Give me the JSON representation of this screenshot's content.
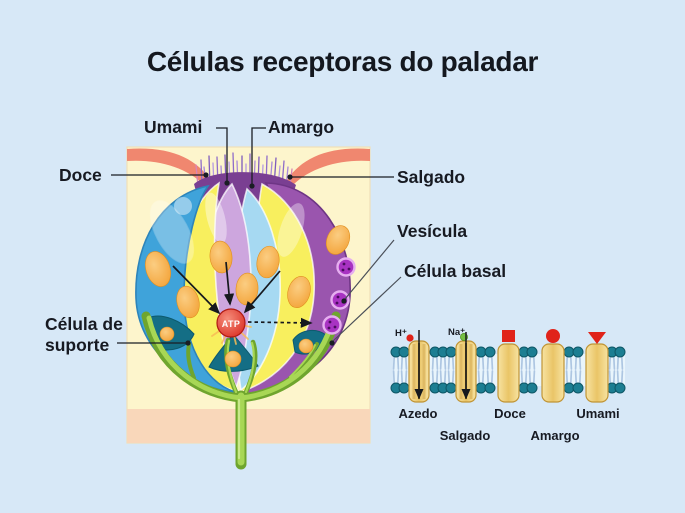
{
  "title": "Células receptoras do paladar",
  "diagram_labels": {
    "umami": "Umami",
    "amargo": "Amargo",
    "doce": "Doce",
    "salgado": "Salgado",
    "vesicula": "Vesícula",
    "celula_basal": "Célula basal",
    "celula_de_suporte": "Célula de suporte",
    "atp": "ATP"
  },
  "membrane": {
    "ion_h": "H⁺",
    "ion_na": "Na⁺",
    "channels": [
      "Azedo",
      "Salgado",
      "Doce",
      "Amargo",
      "Umami"
    ]
  },
  "palette": {
    "background": "#d7e8f7",
    "text": "#14181f",
    "panel_cream": "#fdf5cc",
    "panel_peach": "#f9d7ba",
    "epithelium_coral": "#f0876f",
    "cell_blue": "#3fa3da",
    "cell_yellow": "#f8ef5e",
    "cell_lavender": "#cda6de",
    "cell_light_blue": "#a6d9f2",
    "cell_purple": "#9a55ae",
    "basal_teal": "#146e85",
    "nerve_green": "#a8d755",
    "nucleus_orange": "#f5a93f",
    "vesicle_magenta": "#a833c2",
    "atp_red": "#dc2a20",
    "lipid_head_teal": "#1c7e92",
    "channel_tan": "#eccd7e",
    "ion_na_green": "#76c043"
  }
}
